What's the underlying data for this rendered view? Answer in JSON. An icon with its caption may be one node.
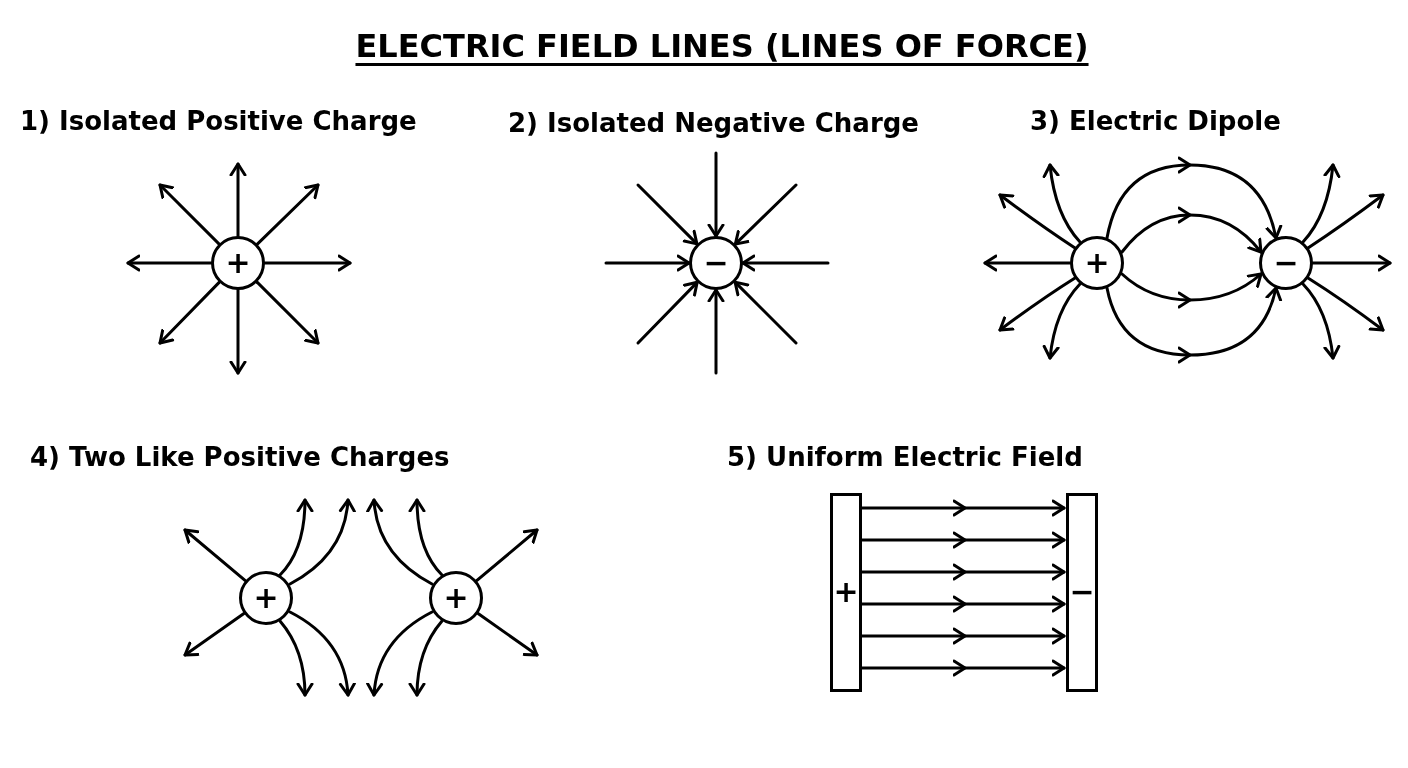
{
  "diagram": {
    "title": "ELECTRIC FIELD LINES (LINES OF FORCE)",
    "nodes": [
      {
        "text": [
          "+"
        ]
      },
      {
        "text": [
          "−"
        ]
      },
      {
        "text": [
          "+"
        ]
      },
      {
        "text": [
          "−"
        ]
      },
      {
        "text": [
          "+"
        ]
      },
      {
        "text": [
          "+"
        ]
      },
      {
        "text": [
          "+"
        ]
      },
      {
        "text": [
          "−"
        ]
      }
    ],
    "edges": [
      {
        "from": 0,
        "to": null,
        "arrow": "to"
      },
      {
        "from": 0,
        "to": null,
        "arrow": "to"
      },
      {
        "from": 0,
        "to": null,
        "arrow": "to"
      },
      {
        "from": 0,
        "to": null,
        "arrow": "to"
      },
      {
        "from": 0,
        "to": null,
        "arrow": "to"
      },
      {
        "from": 0,
        "to": null,
        "arrow": "to"
      },
      {
        "from": 0,
        "to": null,
        "arrow": "to"
      },
      {
        "from": 0,
        "to": null,
        "arrow": "to"
      },
      {
        "from": null,
        "to": 1,
        "arrow": "to"
      },
      {
        "from": null,
        "to": 1,
        "arrow": "to"
      },
      {
        "from": null,
        "to": 1,
        "arrow": "to"
      },
      {
        "from": null,
        "to": 1,
        "arrow": "to"
      },
      {
        "from": null,
        "to": 1,
        "arrow": "to"
      },
      {
        "from": null,
        "to": 1,
        "arrow": "to"
      },
      {
        "from": null,
        "to": 1,
        "arrow": "to"
      },
      {
        "from": null,
        "to": 1,
        "arrow": "to"
      },
      {
        "from": 2,
        "to": 3,
        "arrow": "to"
      },
      {
        "from": 2,
        "to": 3,
        "arrow": "to"
      },
      {
        "from": 2,
        "to": 3,
        "arrow": "to"
      },
      {
        "from": 2,
        "to": 3,
        "arrow": "to"
      },
      {
        "from": 2,
        "to": null,
        "arrow": "to"
      },
      {
        "from": 2,
        "to": null,
        "arrow": "to"
      },
      {
        "from": 2,
        "to": null,
        "arrow": "to"
      },
      {
        "from": 2,
        "to": null,
        "arrow": "to"
      },
      {
        "from": 2,
        "to": null,
        "arrow": "to"
      },
      {
        "from": 3,
        "to": null,
        "arrow": "to"
      },
      {
        "from": 3,
        "to": null,
        "arrow": "to"
      },
      {
        "from": 3,
        "to": null,
        "arrow": "to"
      },
      {
        "from": 3,
        "to": null,
        "arrow": "to"
      },
      {
        "from": 3,
        "to": null,
        "arrow": "to"
      },
      {
        "from": 4,
        "to": null,
        "arrow": "to"
      },
      {
        "from": 4,
        "to": null,
        "arrow": "to"
      },
      {
        "from": 4,
        "to": null,
        "arrow": "to"
      },
      {
        "from": 4,
        "to": null,
        "arrow": "to"
      },
      {
        "from": 4,
        "to": null,
        "arrow": "to"
      },
      {
        "from": 4,
        "to": null,
        "arrow": "to"
      },
      {
        "from": 5,
        "to": null,
        "arrow": "to"
      },
      {
        "from": 5,
        "to": null,
        "arrow": "to"
      },
      {
        "from": 5,
        "to": null,
        "arrow": "to"
      },
      {
        "from": 5,
        "to": null,
        "arrow": "to"
      },
      {
        "from": 5,
        "to": null,
        "arrow": "to"
      },
      {
        "from": 5,
        "to": null,
        "arrow": "to"
      },
      {
        "from": 6,
        "to": 7,
        "arrow": "to"
      },
      {
        "from": 6,
        "to": 7,
        "arrow": "to"
      },
      {
        "from": 6,
        "to": 7,
        "arrow": "to"
      },
      {
        "from": 6,
        "to": 7,
        "arrow": "to"
      },
      {
        "from": 6,
        "to": 7,
        "arrow": "to"
      },
      {
        "from": 6,
        "to": 7,
        "arrow": "to"
      }
    ],
    "labels": [
      "1) Isolated Positive Charge",
      "2) Isolated Negative Charge",
      "3) Electric Dipole",
      "4) Two Like Positive Charges",
      "5) Uniform Electric Field"
    ]
  }
}
